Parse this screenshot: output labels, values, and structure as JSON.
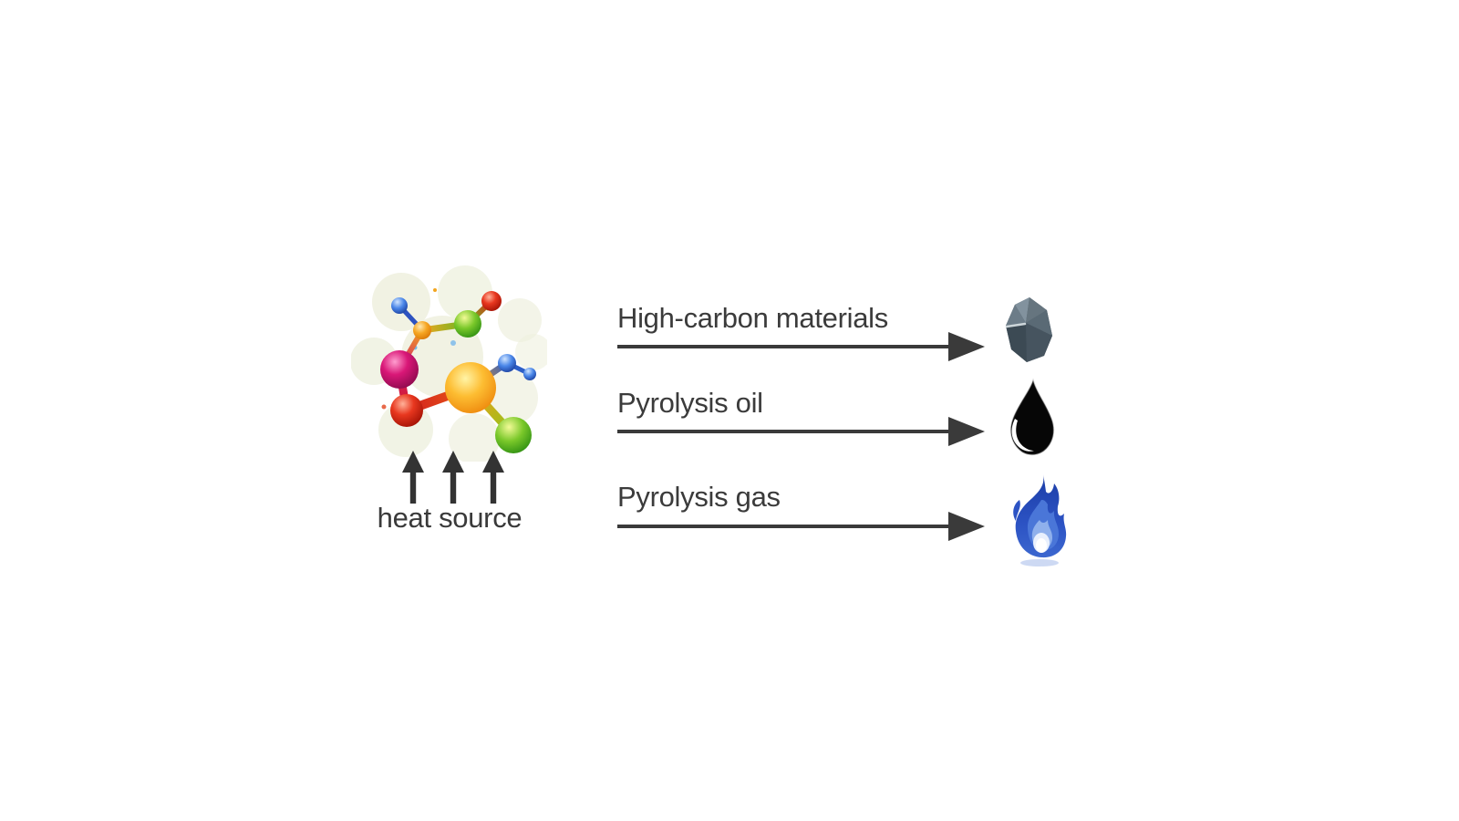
{
  "canvas": {
    "background_color": "#ffffff",
    "text_color": "#3b3b3b",
    "arrow_color": "#3a3a3a"
  },
  "source": {
    "illustration": "colorful-molecule-graphic",
    "heat_label": "heat source",
    "molecule_colors": [
      "#d91777",
      "#d83020",
      "#f6a623",
      "#fdbd32",
      "#6cbd22",
      "#2d5ec6"
    ]
  },
  "outputs": [
    {
      "label": "High-carbon materials",
      "icon": "coal-rock-icon",
      "icon_color": "#5d6d79"
    },
    {
      "label": "Pyrolysis oil",
      "icon": "oil-drop-icon",
      "icon_color": "#0b0b0b"
    },
    {
      "label": "Pyrolysis gas",
      "icon": "blue-flame-icon",
      "icon_color": "#2b50c0"
    }
  ]
}
